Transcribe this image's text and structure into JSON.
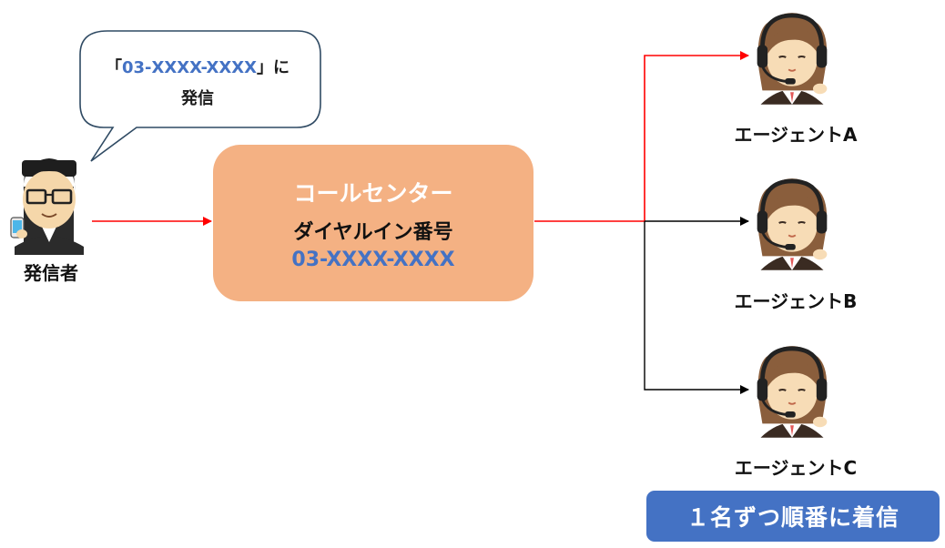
{
  "speech_bubble": {
    "open_bracket": "「",
    "number": "03-XXXX-XXXX",
    "close_suffix": "」に",
    "line2": "発信"
  },
  "caller": {
    "label": "発信者"
  },
  "call_center": {
    "title": "コールセンター",
    "subtitle": "ダイヤルイン番号",
    "number": "03-XXXX-XXXX"
  },
  "agents": [
    {
      "label": "エージェントA",
      "line_color": "#ff0000"
    },
    {
      "label": "エージェントB",
      "line_color": "#000000"
    },
    {
      "label": "エージェントC",
      "line_color": "#000000"
    }
  ],
  "note": {
    "text": "１名ずつ順番に着信"
  },
  "colors": {
    "call_center_fill": "#f4b183",
    "note_fill": "#4472c4",
    "number_text": "#4472c4",
    "active_route": "#ff0000"
  }
}
